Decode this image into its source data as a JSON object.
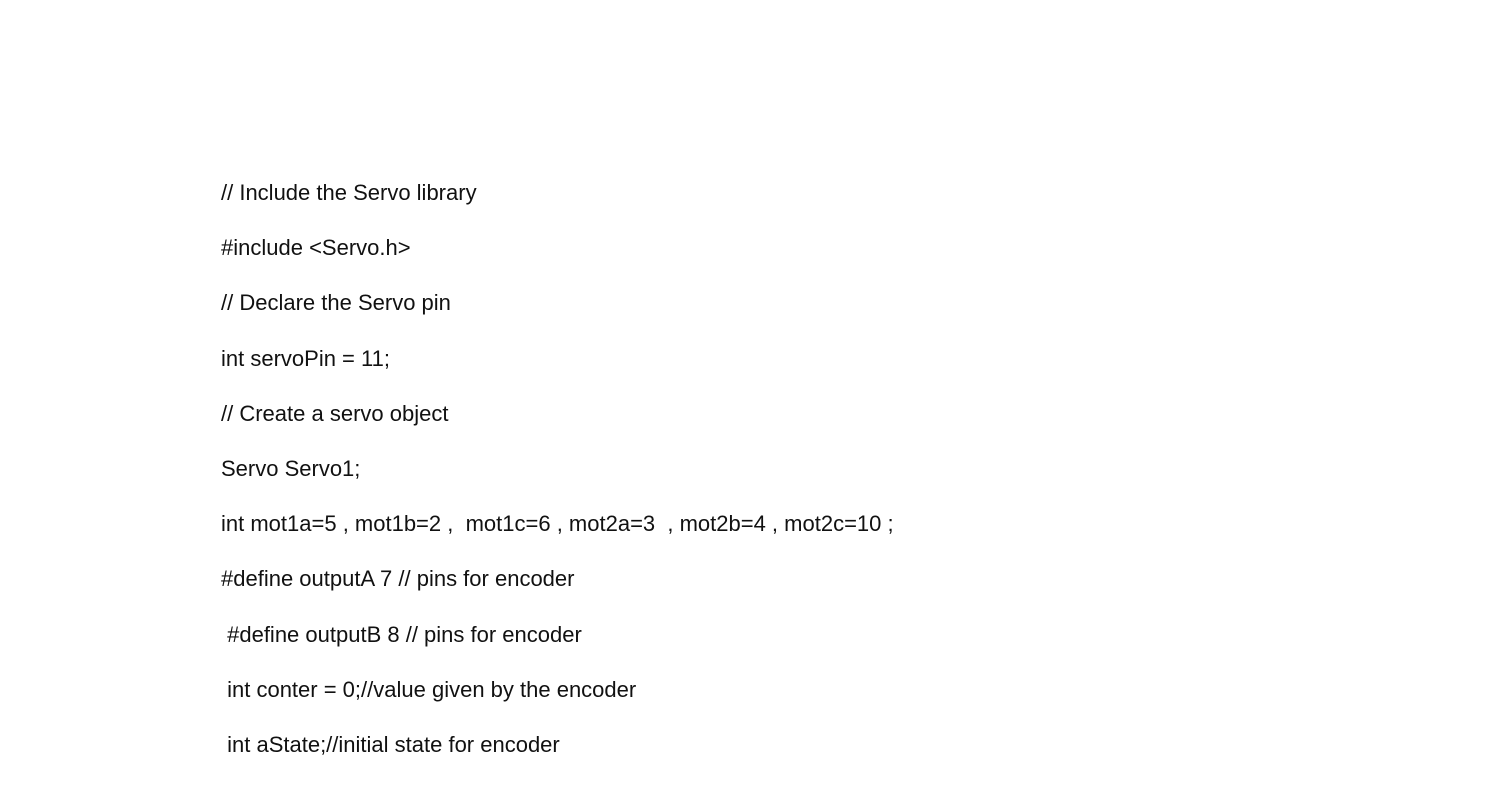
{
  "document": {
    "lines": [
      "// Include the Servo library",
      "#include <Servo.h>",
      "// Declare the Servo pin",
      "int servoPin = 11;",
      "// Create a servo object",
      "Servo Servo1;",
      "int mot1a=5 , mot1b=2 ,  mot1c=6 , mot2a=3  , mot2b=4 , mot2c=10 ;",
      "#define outputA 7 // pins for encoder",
      " #define outputB 8 // pins for encoder",
      " int conter = 0;//value given by the encoder",
      " int aState;//initial state for encoder"
    ]
  }
}
